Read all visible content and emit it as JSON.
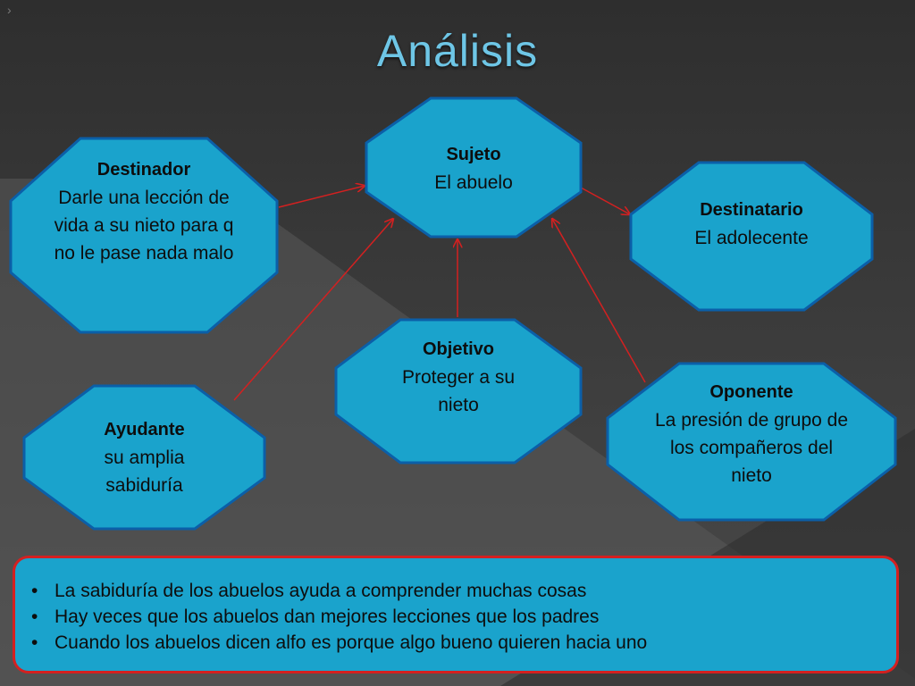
{
  "title": "Análisis",
  "nodes": {
    "sujeto": {
      "heading": "Sujeto",
      "text": "El abuelo"
    },
    "destinador": {
      "heading": "Destinador",
      "text": "Darle una lección de vida a su nieto para q no le pase nada malo"
    },
    "destinatario": {
      "heading": "Destinatario",
      "text": "El adolecente"
    },
    "objetivo": {
      "heading": "Objetivo",
      "text": "Proteger a su nieto"
    },
    "ayudante": {
      "heading": "Ayudante",
      "text": "su amplia sabiduría"
    },
    "oponente": {
      "heading": "Oponente",
      "text": "La presión de grupo de los compañeros del nieto"
    }
  },
  "summary": {
    "items": [
      "La sabiduría de los abuelos ayuda a comprender muchas cosas",
      "Hay veces que los abuelos dan mejores lecciones que los padres",
      "Cuando los abuelos dicen alfo es porque algo bueno quieren hacia uno"
    ]
  },
  "colors": {
    "node_fill": "#1aa3cc",
    "node_border": "#0b5fa8",
    "arrow": "#d42020",
    "title": "#6ec6e6"
  }
}
